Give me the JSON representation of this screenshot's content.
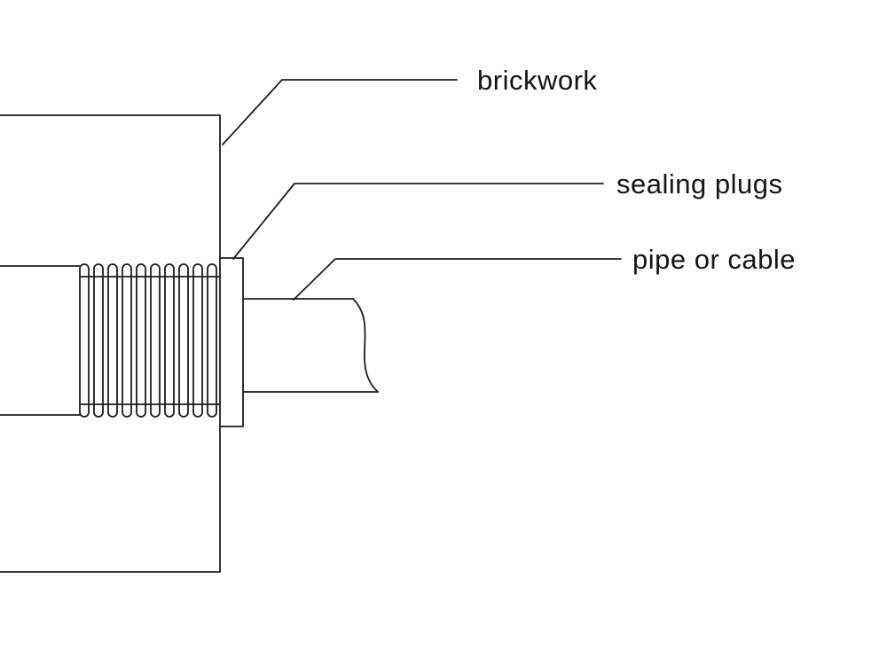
{
  "diagram": {
    "type": "technical-line-drawing",
    "line_color": "#1c1c1c",
    "background_color": "#ffffff",
    "labels": {
      "brickwork": "brickwork",
      "sealing_plugs": "sealing plugs",
      "pipe_or_cable": "pipe or cable"
    }
  }
}
